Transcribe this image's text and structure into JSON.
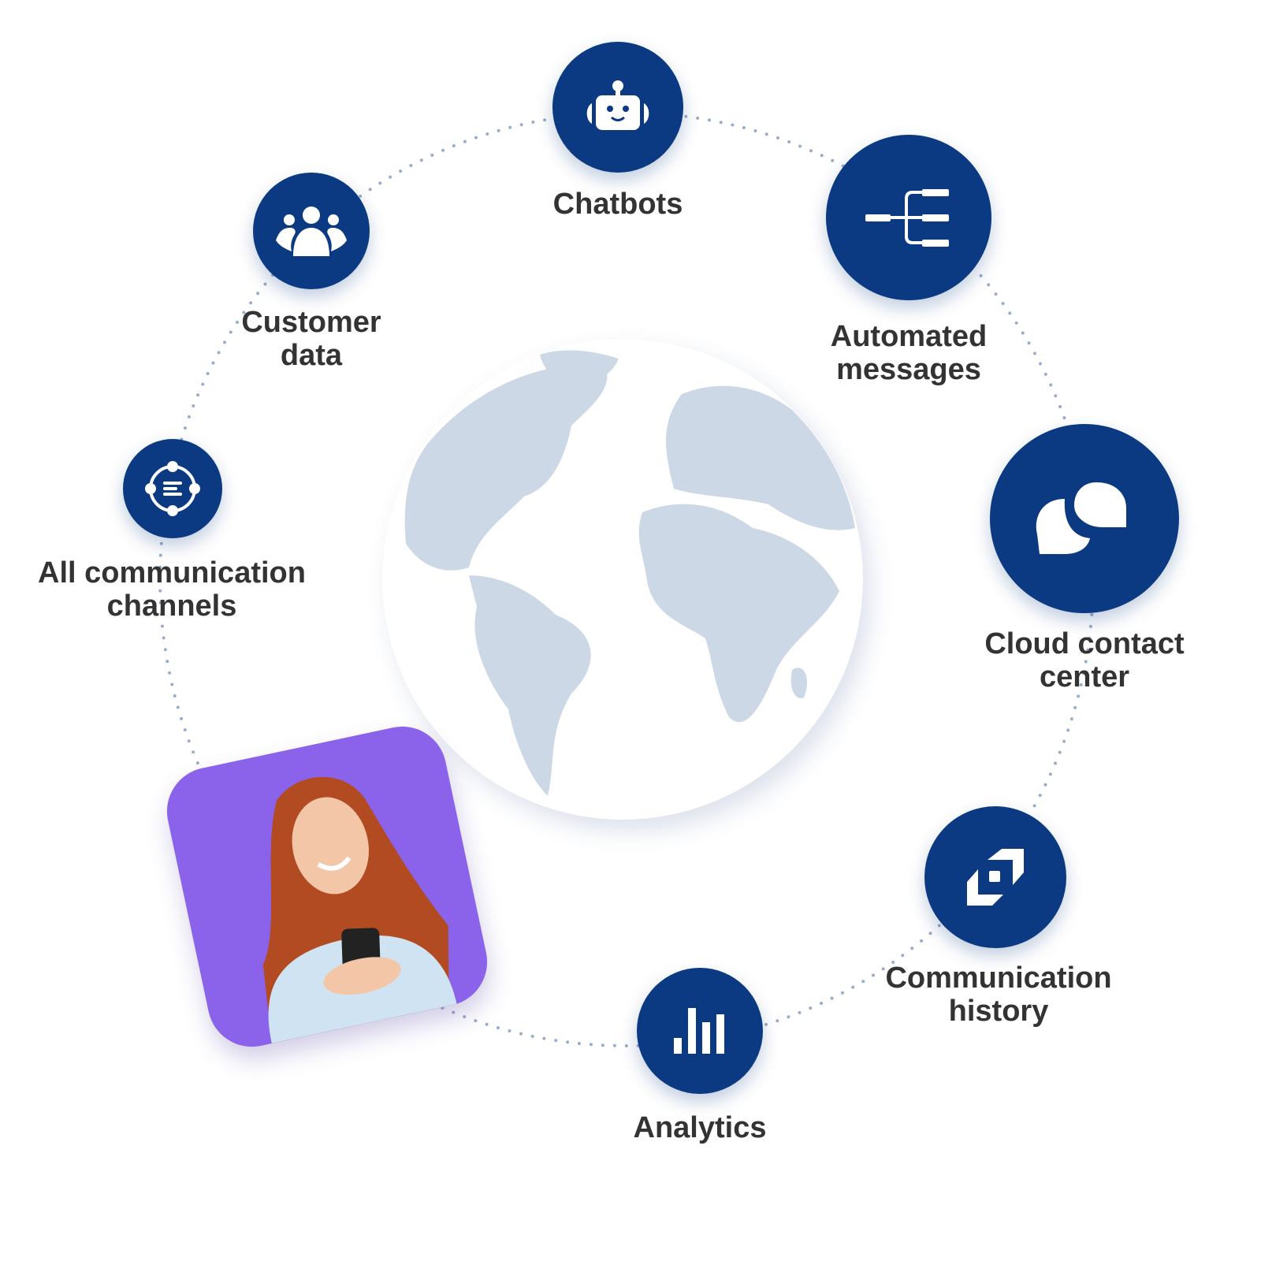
{
  "colors": {
    "node_bg": "#0b3a82",
    "text": "#333333",
    "continents": "#cdd8e7",
    "photo_bg": "#8b63ea",
    "ring_dots": "#9aaccc"
  },
  "nodes": [
    {
      "label": "Chatbots",
      "icon": "robot-icon"
    },
    {
      "label": "Automated messages",
      "icon": "flow-tree-icon"
    },
    {
      "label": "Cloud contact center",
      "icon": "chat-bubbles-icon"
    },
    {
      "label": "Communication history",
      "icon": "arrows-swap-icon"
    },
    {
      "label": "Analytics",
      "icon": "bar-chart-icon"
    },
    {
      "label": "All communication channels",
      "icon": "channels-hub-icon"
    },
    {
      "label": "Customer data",
      "icon": "users-group-icon"
    }
  ],
  "labels": {
    "chatbots": "Chatbots",
    "automated_1": "Automated",
    "automated_2": "messages",
    "cloud_1": "Cloud contact",
    "cloud_2": "center",
    "history_1": "Communication",
    "history_2": "history",
    "analytics": "Analytics",
    "channels_1": "All communication",
    "channels_2": "channels",
    "customer_1": "Customer",
    "customer_2": "data"
  }
}
